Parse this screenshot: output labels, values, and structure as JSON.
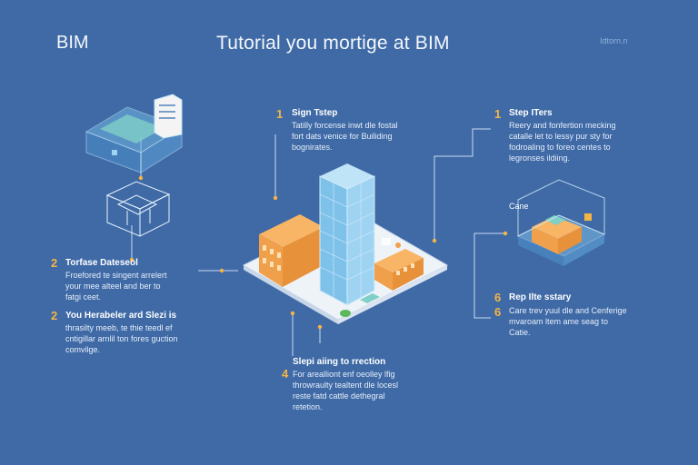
{
  "header": {
    "brand": "BIM",
    "title": "Tutorial you mortige at BIM",
    "corner": "Idtorn.n"
  },
  "steps": [
    {
      "number": "1",
      "title": "Sign Tstep",
      "description": "Tatilly forcense inwt dle fostal\nfort dats venice for Builiding\nbognirates."
    },
    {
      "number": "1",
      "title": "Step ITers",
      "description": "Reery and fonfertion mecking\ncatalle let to lessy pur sty for\nfodroaling to foreo centes to\nlegronses ildiing."
    },
    {
      "number": "2",
      "title": "Torfase Dateseol",
      "description": "Froefored te singent arrelert\nyour mee alteel and ber to\nfatgi ceet."
    },
    {
      "number": "2",
      "title": "You Herabeler ard Slezi is",
      "description": "thrasilty meeb, te thie teedl ef\ncntigillar arnlil ton fores guction\ncomvilge."
    },
    {
      "number": "6",
      "title": "Rep Ilte sstary",
      "description": "Care trev yuul dle and Cenferige\nmvaroam ltem ame seag to\nCatie."
    },
    {
      "number": "4",
      "title": "Slepi aiing to rrection",
      "description": "For arealliont enf oeolley lfig\nthrowraulty tealtent dle locesl\nreste fatd cattle dethegral\nretetion."
    }
  ],
  "extra_numbers": {
    "six_second": "6"
  },
  "labels": {
    "cave": "Cane"
  },
  "colors": {
    "background": "#3f6aa6",
    "accent": "#f5b544",
    "glass": "#9fd3f2",
    "orange": "#f0a04b",
    "line": "#c8dbf2"
  }
}
